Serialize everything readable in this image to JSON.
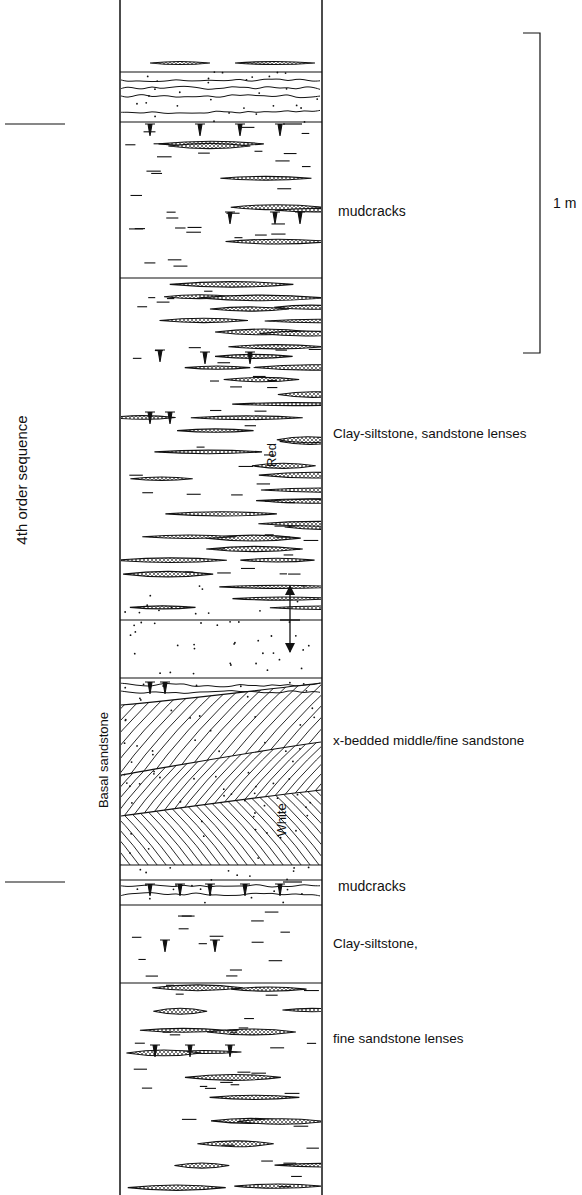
{
  "diagram": {
    "labels": [
      "mudcracks",
      "1 m",
      "Clay-siltstone, sandstone lenses",
      "4th order sequence",
      "Red",
      "Basal sandstone",
      "x-bedded middle/fine sandstone",
      "White",
      "mudcracks",
      "Clay-siltstone,",
      "fine sandstone lenses"
    ]
  }
}
